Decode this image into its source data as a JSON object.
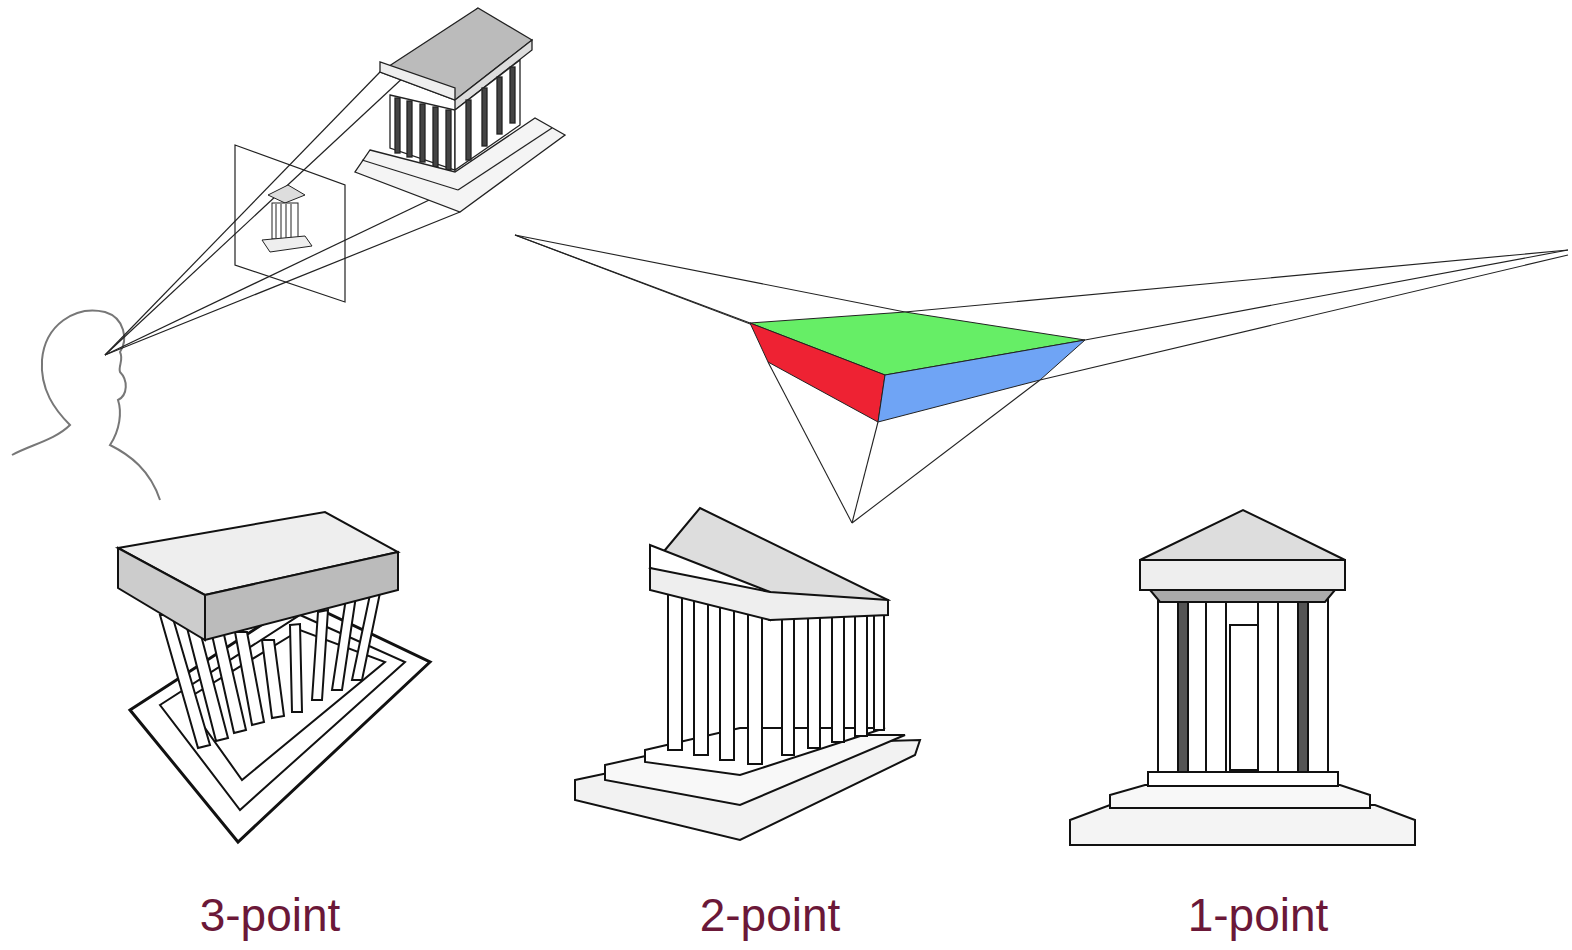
{
  "diagram": {
    "labels": [
      "3-point",
      "2-point",
      "1-point"
    ]
  }
}
